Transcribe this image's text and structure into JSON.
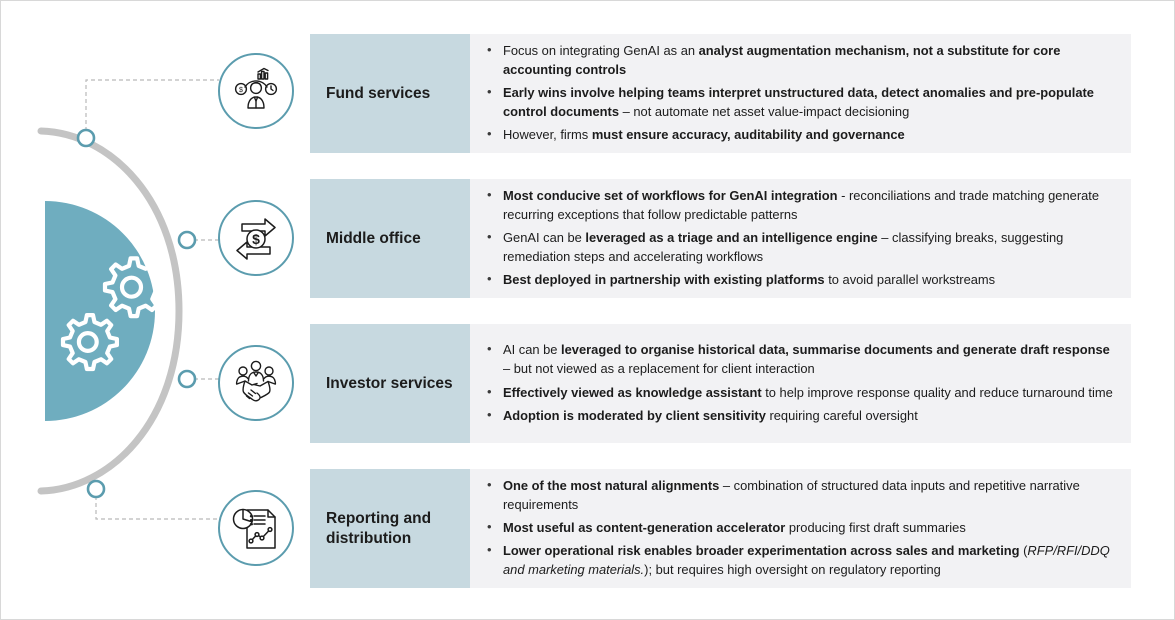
{
  "hero": {
    "icon": "gears-icon",
    "semicircle_color": "#6fadbf",
    "arc_color": "#c4c4c4",
    "node_color": "#5b9cae"
  },
  "theme": {
    "label_bg": "#c7d9e0",
    "body_bg": "#f2f2f4",
    "accent": "#5b9cae",
    "text": "#1c1c1c"
  },
  "rows": [
    {
      "label": "Fund services",
      "icon": "analyst-growth-icon",
      "bullets": [
        [
          {
            "t": "Focus on integrating GenAI as an ",
            "b": false
          },
          {
            "t": "analyst augmentation mechanism, not a substitute for core accounting controls",
            "b": true
          }
        ],
        [
          {
            "t": "Early wins involve helping teams interpret unstructured data, detect anomalies and pre-populate control documents",
            "b": true
          },
          {
            "t": " – not automate net asset value-impact decisioning",
            "b": false
          }
        ],
        [
          {
            "t": "However, firms ",
            "b": false
          },
          {
            "t": "must ensure accuracy, auditability and governance",
            "b": true
          }
        ]
      ]
    },
    {
      "label": "Middle office",
      "icon": "money-transfer-icon",
      "bullets": [
        [
          {
            "t": "Most conducive set of workflows for GenAI integration",
            "b": true
          },
          {
            "t": " - reconciliations and trade matching generate recurring exceptions that follow predictable patterns",
            "b": false
          }
        ],
        [
          {
            "t": "GenAI can be ",
            "b": false
          },
          {
            "t": "leveraged as a triage and an intelligence engine",
            "b": true
          },
          {
            "t": " – classifying breaks, suggesting remediation steps and accelerating workflows",
            "b": false
          }
        ],
        [
          {
            "t": "Best deployed in partnership with existing platforms",
            "b": true
          },
          {
            "t": " to avoid parallel workstreams",
            "b": false
          }
        ]
      ]
    },
    {
      "label": "Investor services",
      "icon": "handshake-people-icon",
      "bullets": [
        [
          {
            "t": "AI can be ",
            "b": false
          },
          {
            "t": "leveraged to organise historical data, summarise documents and generate draft response",
            "b": true
          },
          {
            "t": " – but not viewed as a replacement for client interaction",
            "b": false
          }
        ],
        [
          {
            "t": "Effectively viewed as knowledge assistant",
            "b": true
          },
          {
            "t": " to help improve response quality and reduce turnaround time",
            "b": false
          }
        ],
        [
          {
            "t": "Adoption is moderated by client sensitivity",
            "b": true
          },
          {
            "t": " requiring careful oversight",
            "b": false
          }
        ]
      ]
    },
    {
      "label": "Reporting and distribution",
      "icon": "report-chart-document-icon",
      "bullets": [
        [
          {
            "t": "One of the most natural alignments",
            "b": true
          },
          {
            "t": " – combination of structured data inputs and repetitive narrative requirements",
            "b": false
          }
        ],
        [
          {
            "t": "Most useful as content-generation accelerator",
            "b": true
          },
          {
            "t": " producing first draft summaries",
            "b": false
          }
        ],
        [
          {
            "t": "Lower operational risk enables broader experimentation across sales and marketing",
            "b": true
          },
          {
            "t": " (",
            "b": false
          },
          {
            "t": "RFP/RFI/DDQ and marketing materials.",
            "b": false,
            "i": true
          },
          {
            "t": "); but requires high oversight on regulatory reporting",
            "b": false
          }
        ]
      ]
    }
  ]
}
